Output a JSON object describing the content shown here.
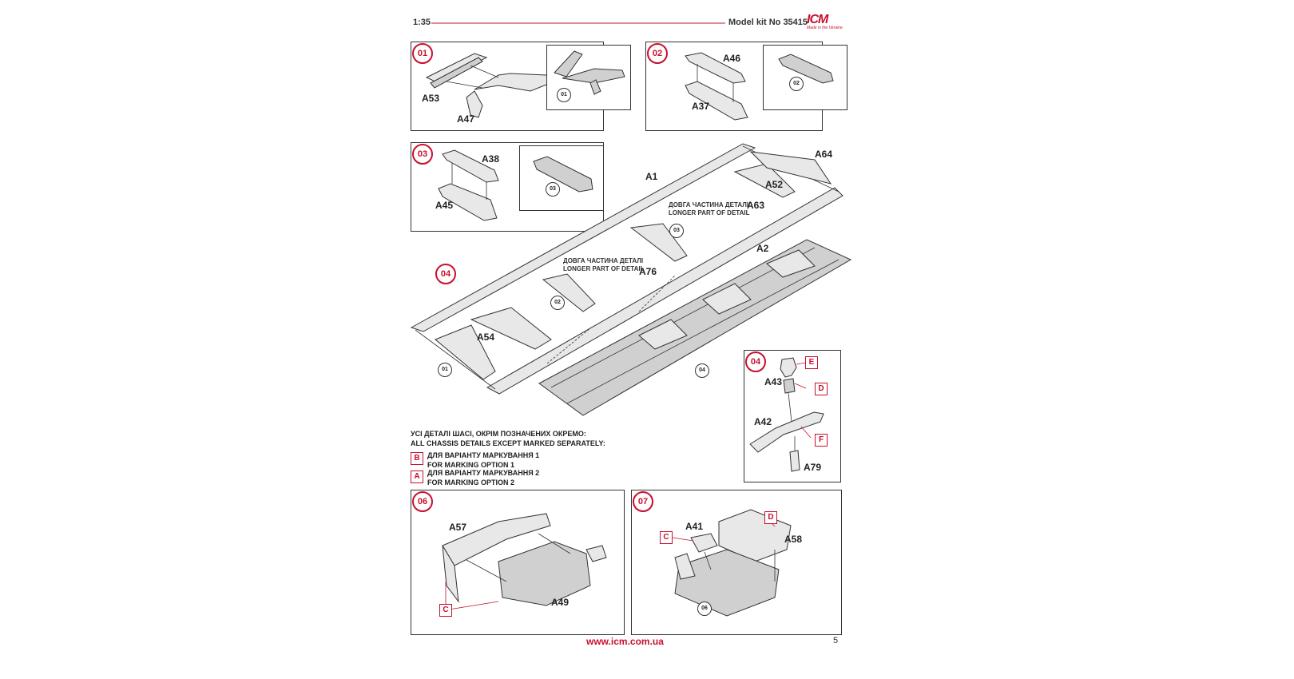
{
  "header": {
    "scale": "1:35",
    "model_kit": "Model kit No 35415",
    "logo_text": "ICM",
    "logo_tagline": "Made in the Ukraine"
  },
  "steps": {
    "s01": {
      "num": "01",
      "sub_ref": "01",
      "labels": [
        "A53",
        "A47"
      ]
    },
    "s02": {
      "num": "02",
      "sub_ref": "02",
      "labels": [
        "A46",
        "A37"
      ]
    },
    "s03": {
      "num": "03",
      "sub_ref": "03",
      "labels": [
        "A38",
        "A45"
      ]
    },
    "s04": {
      "num": "04",
      "labels": {
        "a1": "A1",
        "a2": "A2",
        "a64": "A64",
        "a52": "A52",
        "a63": "A63",
        "a76": "A76",
        "a54": "A54"
      },
      "note_ua": "ДОВГА ЧАСТИНА ДЕТАЛІ",
      "note_en": "LONGER PART OF DETAIL",
      "refs": {
        "r03": "03",
        "r02": "02",
        "r01": "01",
        "r04": "04"
      }
    },
    "s04b": {
      "num": "04",
      "labels": {
        "a43": "A43",
        "a42": "A42",
        "a79": "A79"
      },
      "marks": {
        "e": "E",
        "d": "D",
        "f": "F"
      }
    },
    "s06": {
      "num": "06",
      "labels": {
        "a57": "A57",
        "a49": "A49"
      },
      "mark": "C"
    },
    "s07": {
      "num": "07",
      "labels": {
        "a41": "A41",
        "a58": "A58"
      },
      "marks": {
        "c": "C",
        "d": "D"
      },
      "sub_ref": "06"
    }
  },
  "legend": {
    "all_ua": "УСІ ДЕТАЛІ ШАСІ, ОКРІМ ПОЗНАЧЕНИХ ОКРЕМО:",
    "all_en": "ALL CHASSIS DETAILS EXCEPT MARKED SEPARATELY:",
    "b_letter": "B",
    "b_ua": "ДЛЯ ВАРІАНТУ МАРКУВАННЯ 1",
    "b_en": "FOR MARKING OPTION 1",
    "a_letter": "A",
    "a_ua": "ДЛЯ ВАРІАНТУ МАРКУВАННЯ 2",
    "a_en": "FOR MARKING OPTION 2"
  },
  "footer": {
    "url": "www.icm.com.ua",
    "page": "5"
  },
  "colors": {
    "accent": "#c8102e",
    "line": "#333333"
  }
}
